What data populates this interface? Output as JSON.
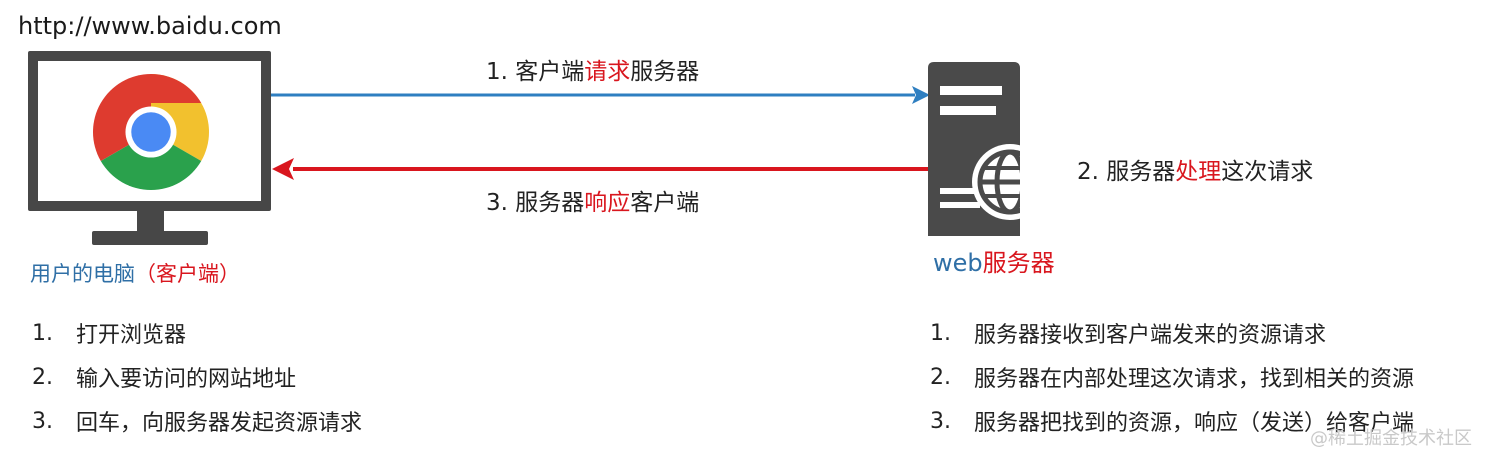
{
  "url_text": "http://www.baidu.com",
  "colors": {
    "request_arrow": "#2f7fc1",
    "response_arrow": "#d9161e",
    "highlight": "#d9161e",
    "client_label": "#2f6fa6",
    "device": "#474747"
  },
  "icons": {
    "browser": "chrome-icon",
    "client_device": "monitor-icon",
    "server_device": "server-icon",
    "globe": "globe-icon"
  },
  "client": {
    "caption": "用户的电脑",
    "caption_paren_open": "（",
    "caption_highlight": "客户端",
    "caption_paren_close": "）"
  },
  "arrows": {
    "request": {
      "prefix": "1. 客户端",
      "highlight": "请求",
      "suffix": "服务器"
    },
    "response": {
      "prefix": "3. 服务器",
      "highlight": "响应",
      "suffix": "客户端"
    },
    "process": {
      "prefix": "2. 服务器",
      "highlight": "处理",
      "suffix": "这次请求"
    }
  },
  "server": {
    "caption_web": "web",
    "caption_rest": "服务器"
  },
  "client_steps": [
    {
      "num": "1.",
      "text": "打开浏览器"
    },
    {
      "num": "2.",
      "text": "输入要访问的网站地址"
    },
    {
      "num": "3.",
      "text": "回车，向服务器发起资源请求"
    }
  ],
  "server_steps": [
    {
      "num": "1.",
      "text": "服务器接收到客户端发来的资源请求"
    },
    {
      "num": "2.",
      "text": "服务器在内部处理这次请求，找到相关的资源"
    },
    {
      "num": "3.",
      "text": "服务器把找到的资源，响应（发送）给客户端"
    }
  ],
  "watermark": "@稀土掘金技术社区"
}
